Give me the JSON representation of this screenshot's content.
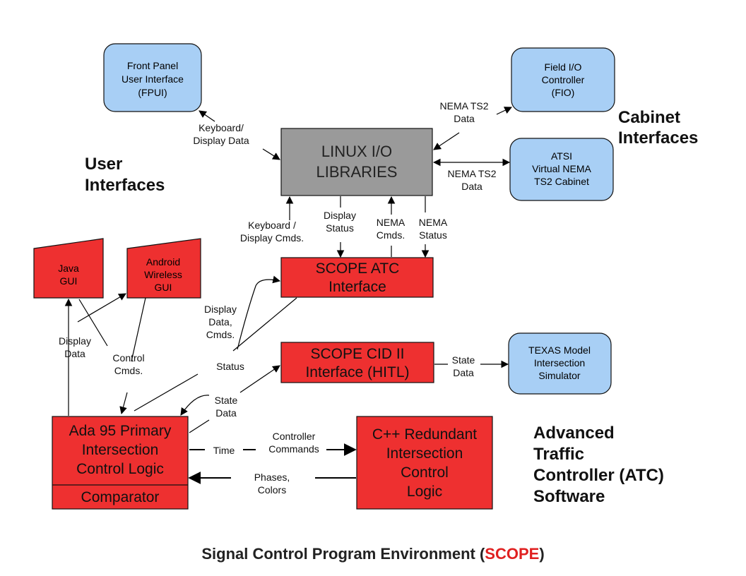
{
  "colors": {
    "blue_box": "#a8cff5",
    "red_box": "#ee3030",
    "gray_box": "#9a9a9a",
    "accent_red": "#e02020"
  },
  "boxes": {
    "fpui": [
      "Front Panel",
      "User Interface",
      "(FPUI)"
    ],
    "fio": [
      "Field I/O",
      "Controller",
      "(FIO)"
    ],
    "linux": [
      "LINUX I/O",
      "LIBRARIES"
    ],
    "atsi": [
      "ATSI",
      "Virtual NEMA",
      "TS2 Cabinet"
    ],
    "java": [
      "Java",
      "GUI"
    ],
    "android": [
      "Android",
      "Wireless",
      "GUI"
    ],
    "scope_atc": [
      "SCOPE ATC",
      "Interface"
    ],
    "scope_cid": [
      "SCOPE CID II",
      "Interface (HITL)"
    ],
    "texas": [
      "TEXAS Model",
      "Intersection",
      "Simulator"
    ],
    "ada": [
      "Ada 95 Primary",
      "Intersection",
      "Control Logic"
    ],
    "comparator": "Comparator",
    "cpp": [
      "C++ Redundant",
      "Intersection",
      "Control",
      "Logic"
    ]
  },
  "section_titles": {
    "user": [
      "User",
      "Interfaces"
    ],
    "cabinet": [
      "Cabinet",
      "Interfaces"
    ],
    "atc": [
      "Advanced",
      "Traffic",
      "Controller (ATC)",
      "Software"
    ]
  },
  "labels": {
    "keyboard_display_data": [
      "Keyboard/",
      "Display Data"
    ],
    "nema_ts2_data_top": [
      "NEMA TS2",
      "Data"
    ],
    "nema_ts2_data_bottom": [
      "NEMA TS2",
      "Data"
    ],
    "keyboard_display_cmds": [
      "Keyboard /",
      "Display Cmds."
    ],
    "display_status": [
      "Display",
      "Status"
    ],
    "nema_cmds": [
      "NEMA",
      "Cmds."
    ],
    "nema_status": [
      "NEMA",
      "Status"
    ],
    "display_data_cmds": [
      "Display",
      "Data,",
      "Cmds."
    ],
    "display_data": [
      "Display",
      "Data"
    ],
    "control_cmds": [
      "Control",
      "Cmds."
    ],
    "status": "Status",
    "state_data_left": [
      "State",
      "Data"
    ],
    "state_data_right": [
      "State",
      "Data"
    ],
    "time": "Time",
    "controller_commands": [
      "Controller",
      "Commands"
    ],
    "phases_colors": [
      "Phases,",
      "Colors"
    ]
  },
  "footer": {
    "prefix": "Signal Control Program Environment (",
    "highlight": "SCOPE",
    "suffix": ")"
  }
}
